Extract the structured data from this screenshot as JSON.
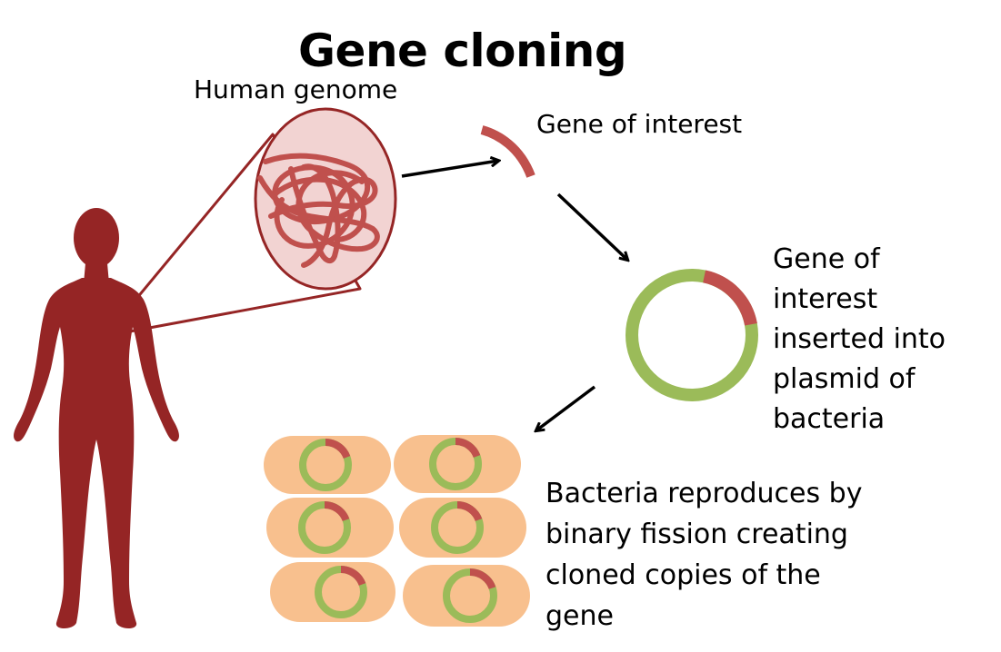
{
  "title": "Gene cloning",
  "labels": {
    "human_genome": "Human genome",
    "gene_of_interest": "Gene of interest",
    "plasmid_lines": [
      "Gene of",
      "interest",
      "inserted into",
      "plasmid of",
      "bacteria"
    ],
    "bacteria_lines": [
      "Bacteria reproduces by",
      "binary fission creating",
      "cloned copies of the",
      "gene"
    ]
  },
  "colors": {
    "human_body": "#952525",
    "dna_strand": "#c0504d",
    "genome_fill": "#f2d3d2",
    "plasmid_ring": "#9bbb59",
    "gene_segment": "#c0504d",
    "bacterium_fill": "#f8c08e",
    "arrow": "#000000"
  },
  "icons": [
    "human-silhouette-icon",
    "genome-magnifier-icon",
    "dna-strand-icon",
    "plasmid-icon",
    "bacterium-icon"
  ]
}
